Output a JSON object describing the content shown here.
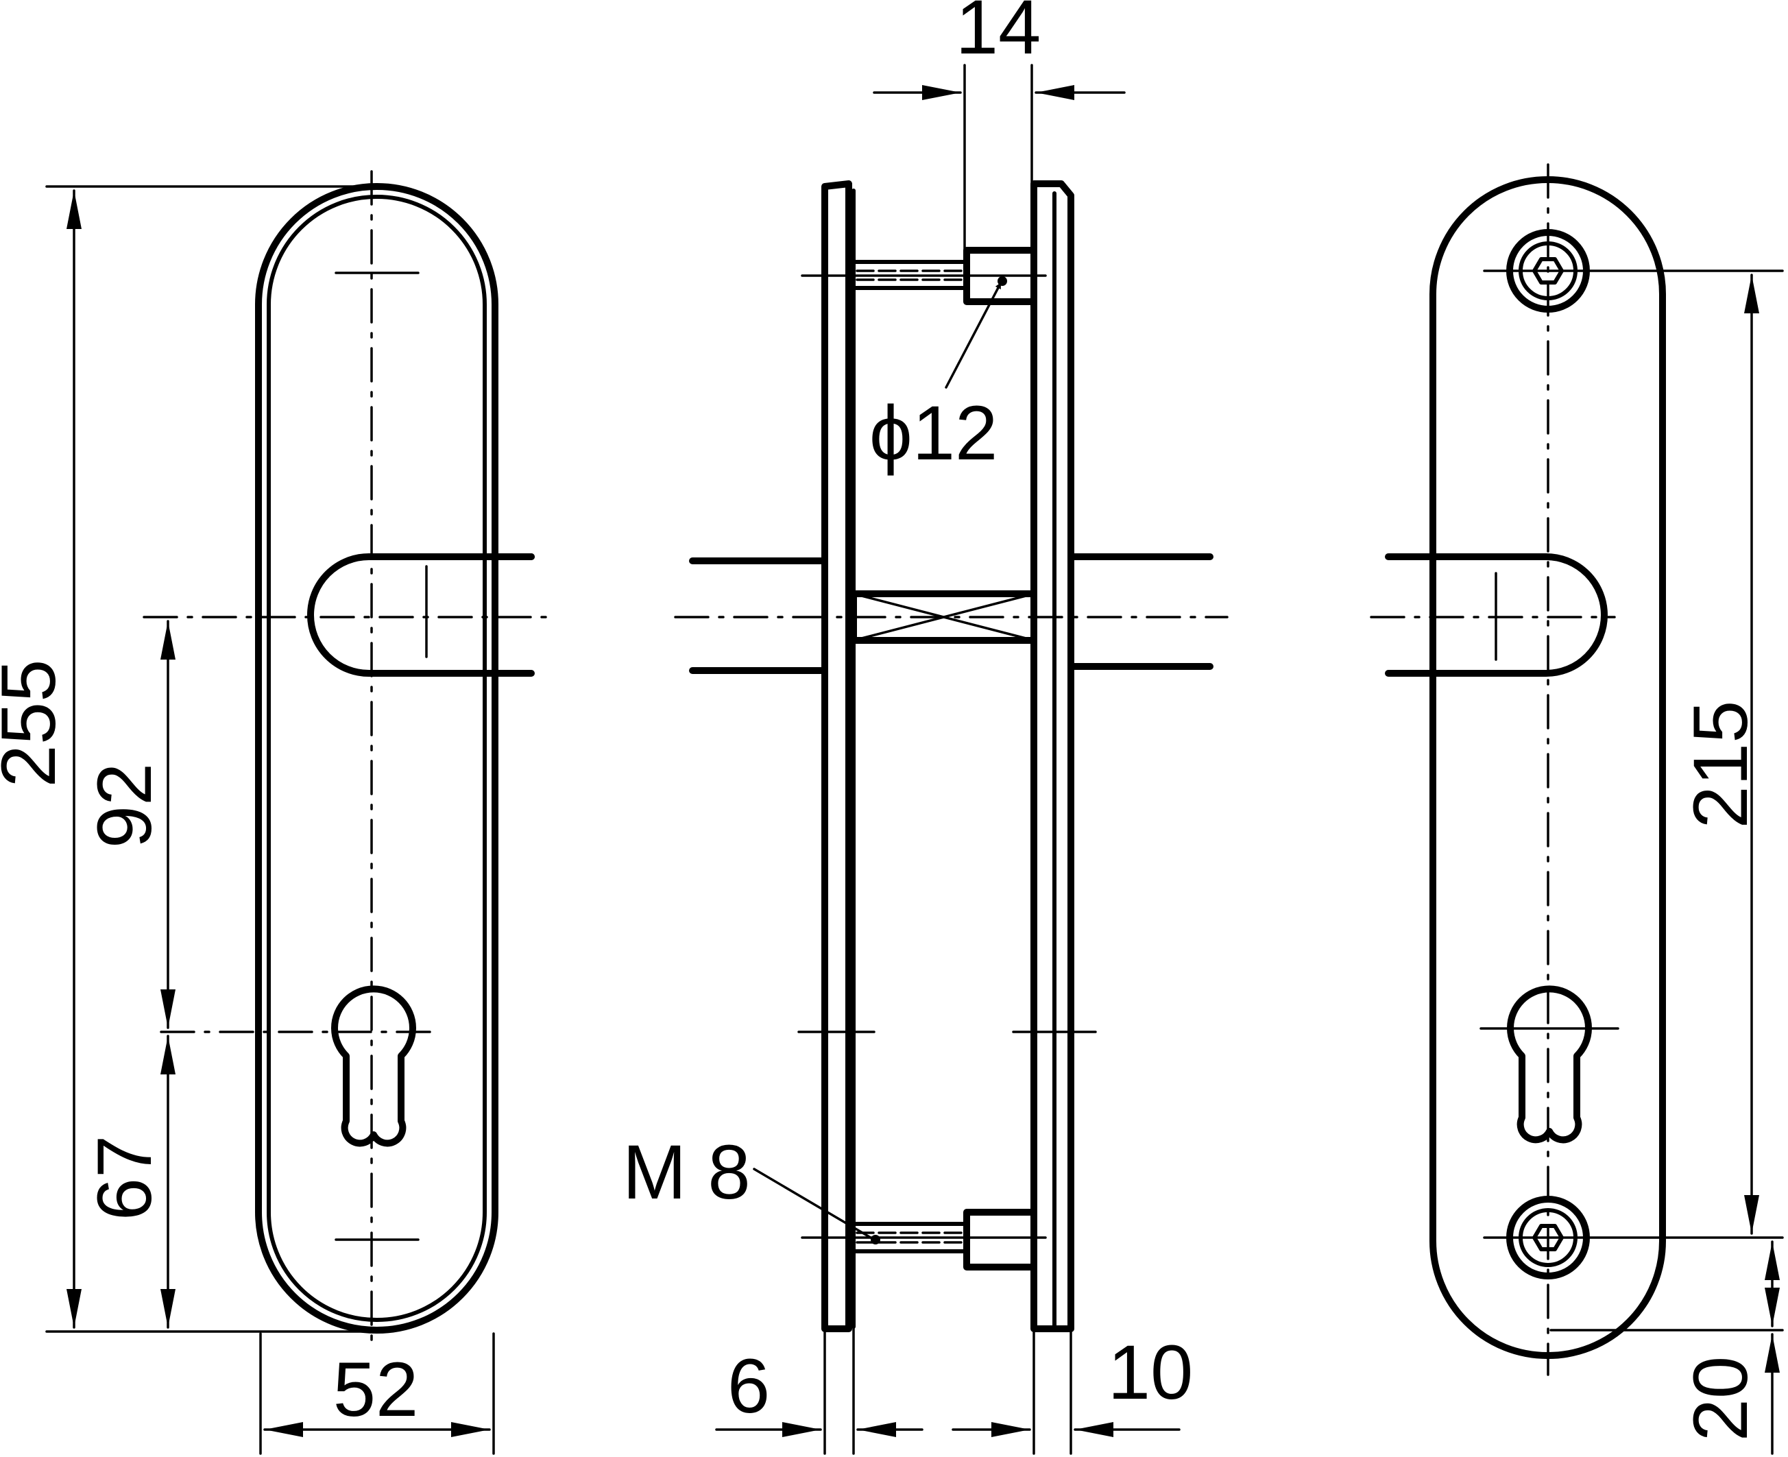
{
  "dimensions": {
    "overall_length": "255",
    "handle_to_cylinder": "92",
    "cylinder_to_bottom": "67",
    "plate_width": "52",
    "spacer_width": "14",
    "bolt_diameter": "ϕ12",
    "thread": "M 8",
    "front_plate_thickness": "6",
    "back_plate_thickness": "10",
    "screw_spacing": "215",
    "bottom_offset": "20"
  },
  "colors": {
    "line": "#000000",
    "background": "#ffffff"
  }
}
